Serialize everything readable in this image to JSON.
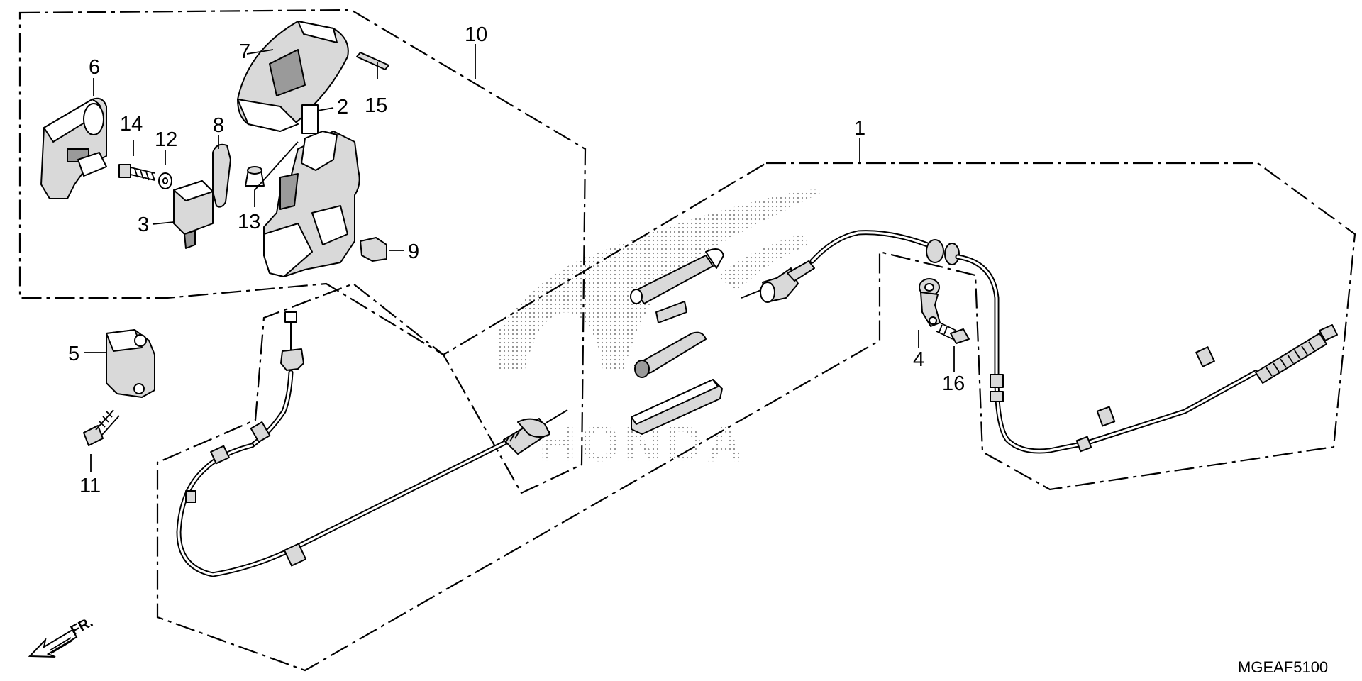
{
  "callouts": {
    "c1": "1",
    "c2": "2",
    "c3": "3",
    "c4": "4",
    "c5": "5",
    "c6": "6",
    "c7": "7",
    "c8": "8",
    "c9": "9",
    "c10": "10",
    "c11": "11",
    "c12": "12",
    "c13": "13",
    "c14": "14",
    "c15": "15",
    "c16": "16"
  },
  "direction_label": "FR.",
  "diagram_code": "MGEAF5100",
  "watermark": "HONDA"
}
